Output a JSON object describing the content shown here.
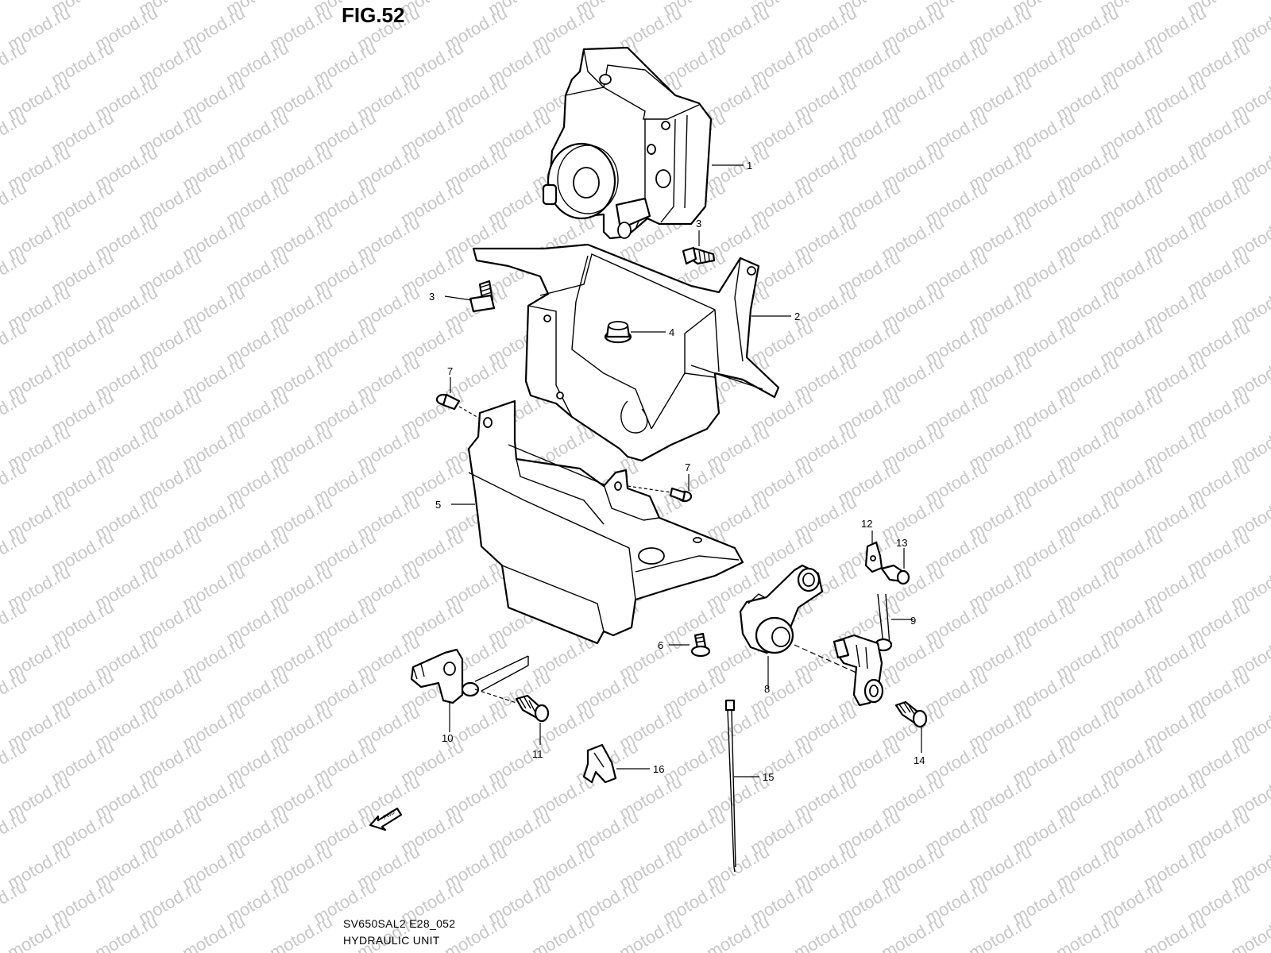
{
  "figure_title": "FIG.52",
  "watermark": "motod.ru",
  "fwd_label": "FWD",
  "model_code": "SV650SAL2 E28_052",
  "section_name": "HYDRAULIC UNIT",
  "callouts": [
    {
      "id": "c1",
      "label": "1"
    },
    {
      "id": "c2",
      "label": "2"
    },
    {
      "id": "c3a",
      "label": "3"
    },
    {
      "id": "c3b",
      "label": "3"
    },
    {
      "id": "c4",
      "label": "4"
    },
    {
      "id": "c5",
      "label": "5"
    },
    {
      "id": "c6",
      "label": "6"
    },
    {
      "id": "c7a",
      "label": "7"
    },
    {
      "id": "c7b",
      "label": "7"
    },
    {
      "id": "c8",
      "label": "8"
    },
    {
      "id": "c9",
      "label": "9"
    },
    {
      "id": "c10",
      "label": "10"
    },
    {
      "id": "c11",
      "label": "11"
    },
    {
      "id": "c12",
      "label": "12"
    },
    {
      "id": "c13",
      "label": "13"
    },
    {
      "id": "c14",
      "label": "14"
    },
    {
      "id": "c15",
      "label": "15"
    },
    {
      "id": "c16",
      "label": "16"
    }
  ]
}
